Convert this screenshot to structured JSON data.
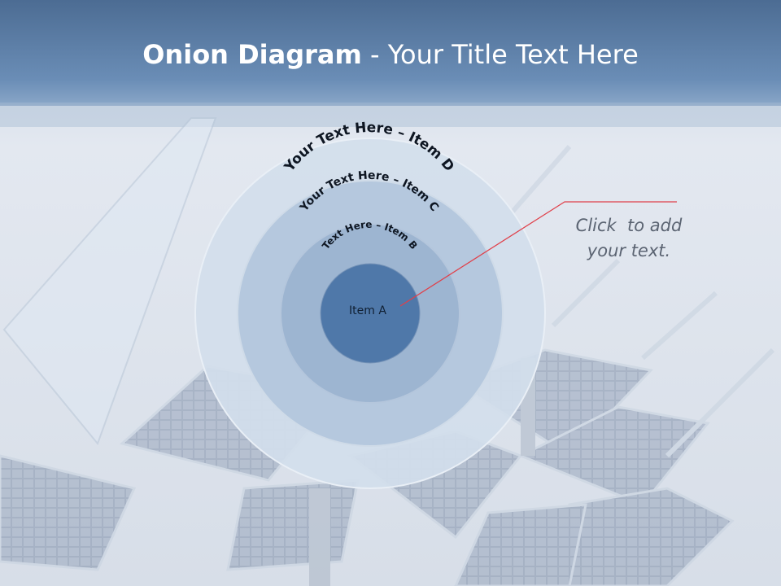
{
  "slide": {
    "title_bold": "Onion Diagram",
    "title_rest": " - Your Title Text Here"
  },
  "diagram": {
    "layers": [
      {
        "label": "Your Text Here – Item D",
        "color": "#cfdcea"
      },
      {
        "label": "Your Text Here – Item C",
        "color": "#b4c8df"
      },
      {
        "label": "Text Here – Item B",
        "color": "#9bb4d2"
      },
      {
        "label": "Item A",
        "color": "#4f79aa"
      }
    ]
  },
  "callout": {
    "line1": "Click  to add",
    "line2": "your text."
  },
  "colors": {
    "header_top": "#4e6f96",
    "header_bottom": "#7f9fc3",
    "callout_line": "#e0404a"
  }
}
